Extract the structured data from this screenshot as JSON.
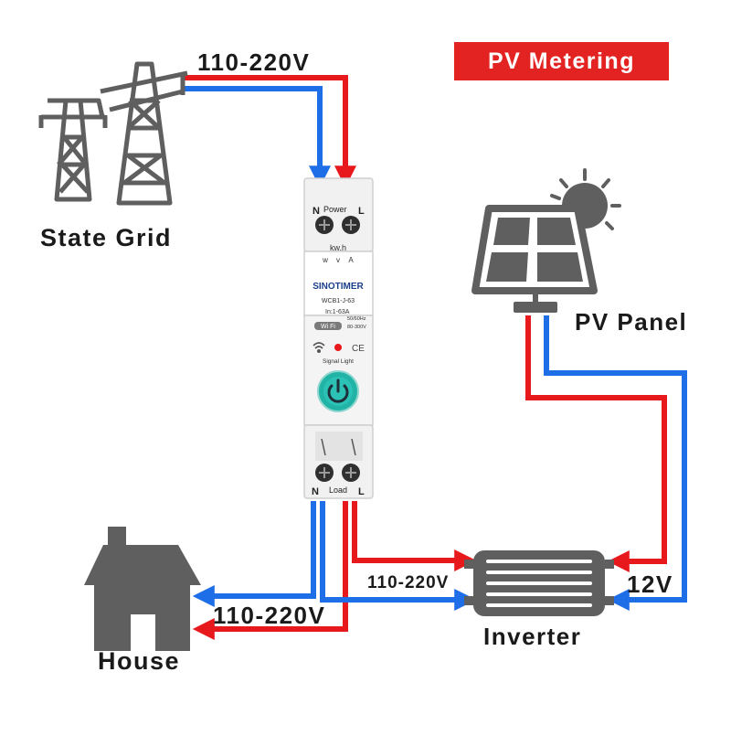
{
  "banner": "PV Metering",
  "labels": {
    "grid_voltage": "110-220V",
    "state_grid": "State Grid",
    "pv_panel": "PV Panel",
    "house": "House",
    "house_voltage": "110-220V",
    "inverter": "Inverter",
    "inverter_voltage": "110-220V",
    "dc_voltage": "12V"
  },
  "breaker": {
    "top_n": "N",
    "top_power": "Power",
    "top_l": "L",
    "kwh": "kw.h",
    "units": [
      "w",
      "v",
      "A"
    ],
    "brand": "SINOTIMER",
    "model": "WCB1-J-63",
    "current": "In:1-63A",
    "freq": "50/60Hz",
    "voltage": "80-300V",
    "wifi": "Wi Fi",
    "ce": "CE",
    "signal": "Signal Light",
    "bottom_n": "N",
    "bottom_load": "Load",
    "bottom_l": "L"
  },
  "colors": {
    "live": "#e8191c",
    "neutral": "#1e6ee8",
    "icon": "#5f5f5f",
    "banner": "#e32322"
  }
}
